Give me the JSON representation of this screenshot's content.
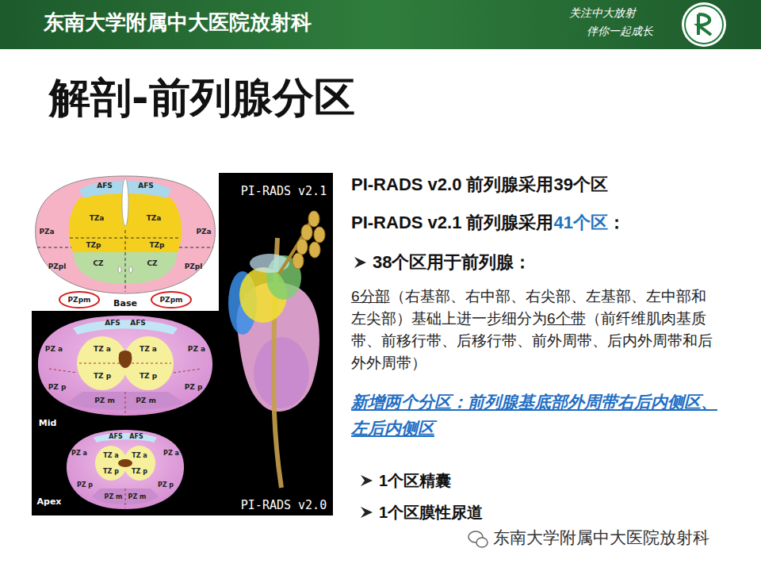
{
  "diagram": {
    "title": "解剖-前列腺分区",
    "labels": [
      "东南大学附属中大医院放射科",
      "关注中大放射",
      "伴你一起成长",
      "AFS",
      "AFS",
      "TZa",
      "TZa",
      "PZa",
      "TZp",
      "TZp",
      "PZa",
      "CZ",
      "CZ",
      "PZpl",
      "PZpl",
      "PZpm",
      "Base",
      "PZpm",
      "PI-RADS v2.1",
      "AFS",
      "AFS",
      "PZ a",
      "TZ a",
      "TZ a",
      "PZ a",
      "TZ p",
      "TZ p",
      "PZ p",
      "PZ m",
      "PZ m",
      "PZ p",
      "Mid",
      "AFS",
      "AFS",
      "PZ a",
      "TZ a",
      "TZ a",
      "PZ a",
      "TZ p",
      "TZ p",
      "PZ p",
      "PZ m",
      "PZ m",
      "PZ p",
      "Apex",
      "PI-RADS v2.0",
      "PI-RADS v2.0 前列腺采用39个区",
      "PI-RADS v2.1 前列腺采用",
      "41个区",
      "：",
      "38个区用于前列腺：",
      "6分部",
      "（右基部、右中部、右尖部、左基部、左中部和左尖部）基础上进一步细分为",
      "6个带",
      "（前纤维肌肉基质带、前移行带、后移行带、前外周带、后内外周带和后外外周带）",
      "新增两个分区：前列腺基底部外周带右后内侧区、左后内侧区",
      "1个区精囊",
      "1个区膜性尿道",
      "东南大学附属中大医院放射科"
    ]
  }
}
